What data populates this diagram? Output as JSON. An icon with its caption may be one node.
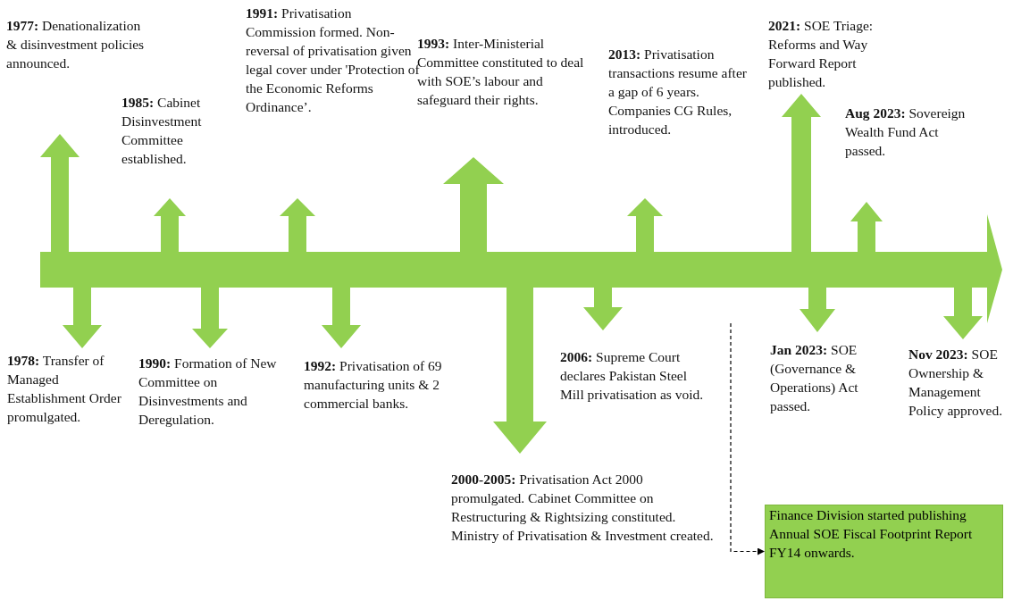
{
  "diagram": {
    "nodes": [
      {
        "text": [],
        "shape": "bar"
      },
      {
        "text": [
          "Finance Division started publishing Annual SOE Fiscal Footprint Report FY14 onwards."
        ]
      }
    ],
    "edges": [
      {
        "from": 0,
        "to": 1,
        "arrow": "to",
        "style": "dashed"
      }
    ],
    "labels": [
      "**1977:** Denationalization & disinvestment policies announced.",
      "**1978:** Transfer of Managed Establishment Order promulgated.",
      "**1985:** Cabinet Disinvestment Committee established.",
      "**1990:** Formation of New Committee on Disinvestments and Deregulation.",
      "**1991:** Privatisation Commission formed. Non-reversal of privatisation given legal cover under 'Protection of the Economic Reforms Ordinance’.",
      "**1992:** Privatisation of 69 manufacturing units & 2 commercial banks.",
      "**1993:** Inter-Ministerial Committee constituted to deal with SOE’s labour and safeguard their rights.",
      "**2000-2005:** Privatisation Act 2000 promulgated. Cabinet Committee on Restructuring & Rightsizing constituted. Ministry of Privatisation & Investment created.",
      "**2006:** Supreme Court declares Pakistan Steel Mill privatisation as void.",
      "**2013:** Privatisation transactions resume after a gap of 6 years. Companies CG Rules, introduced.",
      "**2021:** SOE Triage: Reforms and Way Forward Report published.",
      "**Jan 2023:** SOE (Governance & Operations) Act passed.",
      "**Aug 2023:** Sovereign Wealth Fund Act passed.",
      "**Nov 2023:** SOE Ownership & Management Policy approved."
    ]
  }
}
